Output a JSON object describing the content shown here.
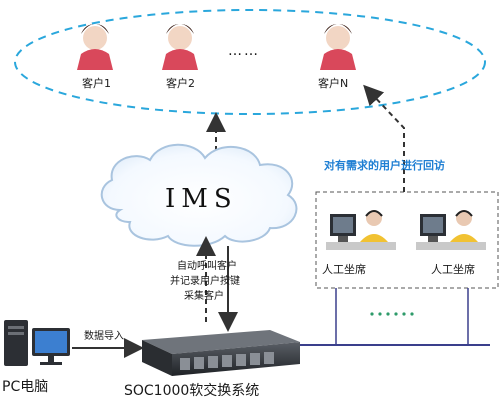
{
  "customers": {
    "items": [
      {
        "label": "客户1"
      },
      {
        "label": "客户2"
      },
      {
        "label": "客户N"
      }
    ],
    "ellipsis": "……"
  },
  "ims": {
    "label": "IMS"
  },
  "callback_note": "对有需求的用户进行回访",
  "auto_call_note": {
    "line1": "自动呼叫客户",
    "line2": "并记录用户按键",
    "line3": "采集客户"
  },
  "data_import": "数据导入",
  "agents": {
    "items": [
      {
        "label": "人工坐席"
      },
      {
        "label": "人工坐席"
      }
    ],
    "ellipsis": "……"
  },
  "pc": {
    "label": "PC电脑"
  },
  "server": {
    "label": "SOC1000软交换系统"
  },
  "colors": {
    "ellipse_dash": "#2aa7dc",
    "cloud_stroke": "#a9c4df",
    "arrow": "#333333",
    "bus_line": "#3a3f8c",
    "blue_text": "#1f7fd3"
  }
}
